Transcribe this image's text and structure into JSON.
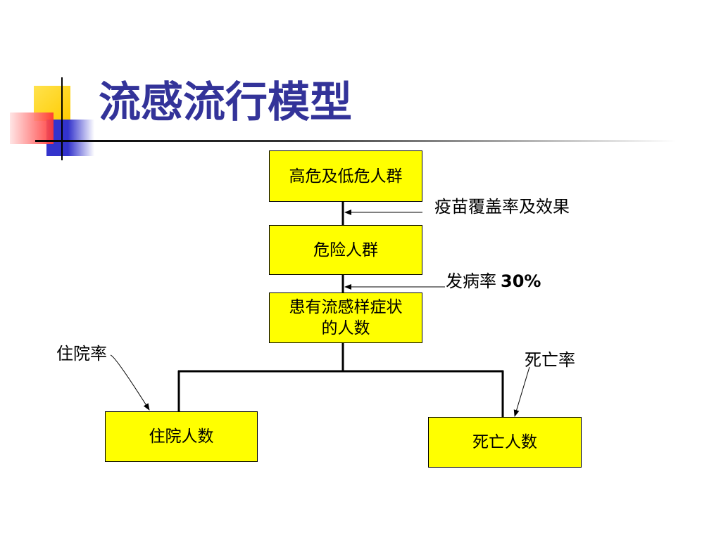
{
  "slide": {
    "title": "流感流行模型"
  },
  "diagram": {
    "nodes": [
      {
        "id": "high-low-risk",
        "label": "高危及低危人群"
      },
      {
        "id": "at-risk",
        "label": "危险人群"
      },
      {
        "id": "ili-cases",
        "label_lines": [
          "患有流感样症状",
          "的人数"
        ]
      },
      {
        "id": "hospitalized",
        "label": "住院人数"
      },
      {
        "id": "deaths",
        "label": "死亡人数"
      }
    ],
    "edge_labels": {
      "vaccine": "疫苗覆盖率及效果",
      "incidence_text": "发病率",
      "incidence_value": "30%",
      "hospitalization_rate": "住院率",
      "mortality_rate": "死亡率"
    }
  },
  "colors": {
    "title": "#333399",
    "box_fill": "#FFFF00",
    "box_border": "#000000",
    "accent_yellow": "#FFCC00",
    "accent_red": "#FF3333",
    "accent_blue": "#3333CC"
  }
}
